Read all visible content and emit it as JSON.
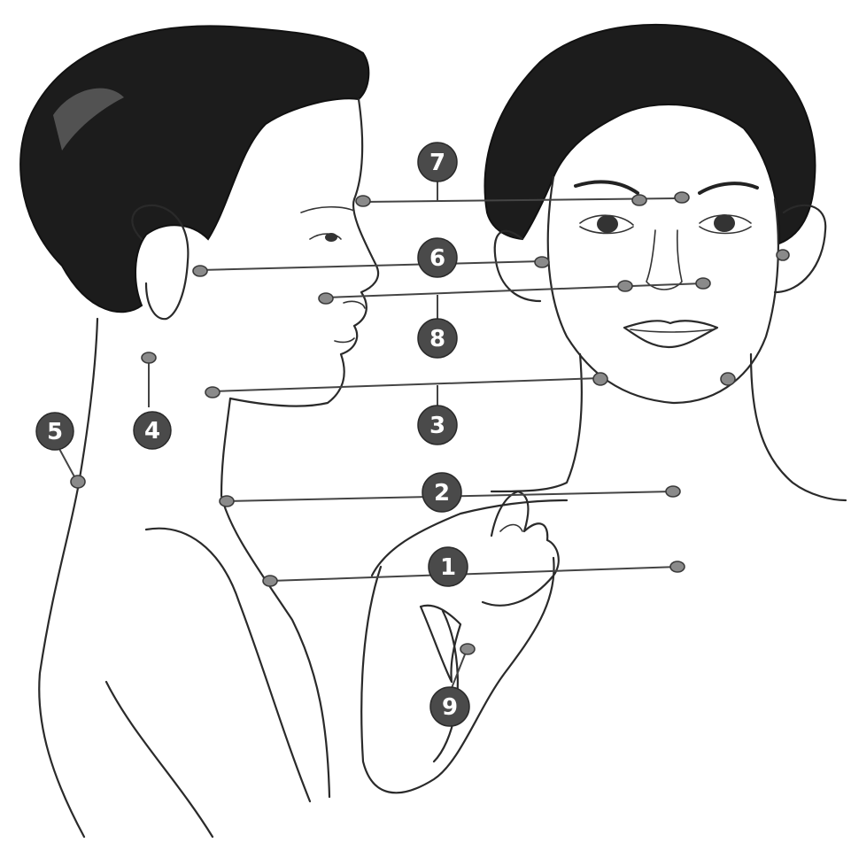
{
  "diagram": {
    "subject": "pressure-points-head-neck-shoulder",
    "badges": [
      {
        "id": "badge-1",
        "label": "1"
      },
      {
        "id": "badge-2",
        "label": "2"
      },
      {
        "id": "badge-3",
        "label": "3"
      },
      {
        "id": "badge-4",
        "label": "4"
      },
      {
        "id": "badge-5",
        "label": "5"
      },
      {
        "id": "badge-6",
        "label": "6"
      },
      {
        "id": "badge-7",
        "label": "7"
      },
      {
        "id": "badge-8",
        "label": "8"
      },
      {
        "id": "badge-9",
        "label": "9"
      }
    ],
    "colors": {
      "badge_fill": "#4a4a4a",
      "dot_fill": "#8a8a8a",
      "hair": "#1c1c1c",
      "line": "#2a2a2a"
    }
  }
}
